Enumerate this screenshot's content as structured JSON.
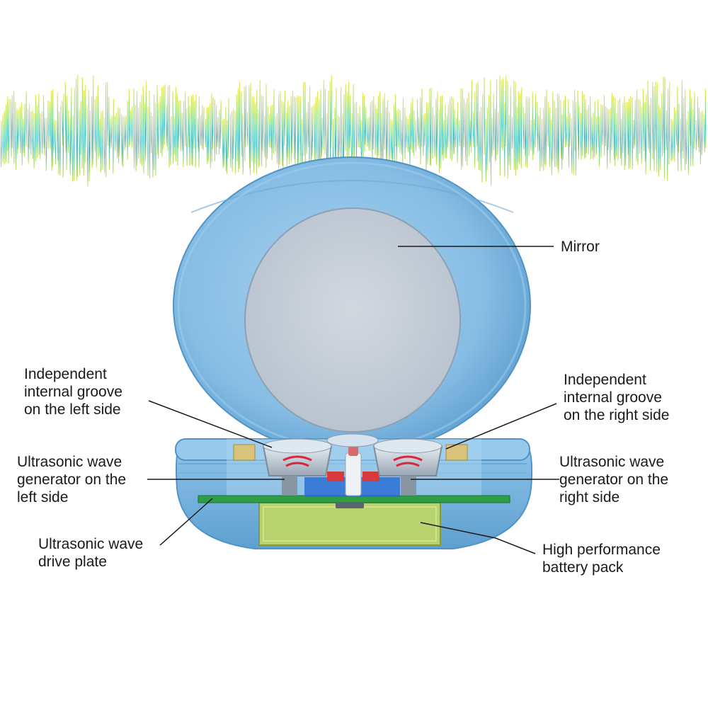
{
  "colors": {
    "wave_low": "#0fa9b5",
    "wave_mid": "#5ed08a",
    "wave_high": "#e3e52b",
    "shell": "#7fb8e0",
    "shell_edge": "#4d93c8",
    "mirror": "#c3ccd6",
    "pcb": "#3aa84c",
    "battery": "#b9d26a",
    "leader_line": "#1a1a1a"
  },
  "labels": {
    "mirror": "Mirror",
    "groove_left": "Independent\ninternal groove\non the left side",
    "groove_right": "Independent\ninternal groove\non the right side",
    "generator_left": "Ultrasonic wave\ngenerator on the\nleft side",
    "generator_right": "Ultrasonic wave\ngenerator on the\nright side",
    "drive_plate": "Ultrasonic wave\ndrive plate",
    "battery": "High performance\nbattery pack"
  }
}
